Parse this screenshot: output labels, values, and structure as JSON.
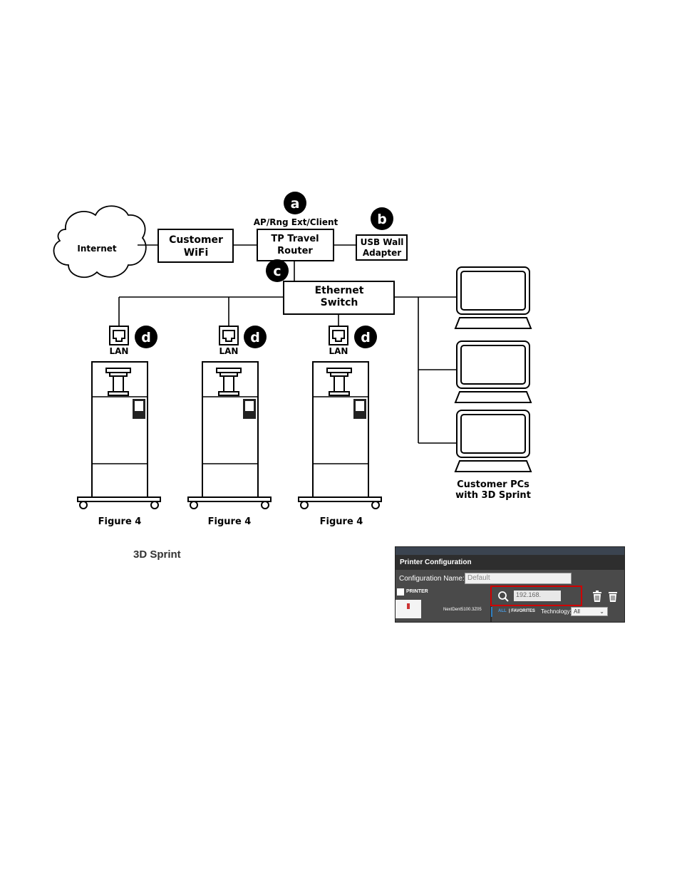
{
  "diagram": {
    "internet": "Internet",
    "customer_wifi": [
      "Customer",
      "WiFi"
    ],
    "router_caption": "AP/Rng Ext/Client",
    "router": [
      "TP Travel",
      "Router"
    ],
    "usb_adapter": [
      "USB Wall",
      "Adapter"
    ],
    "switch": [
      "Ethernet",
      "Switch"
    ],
    "badges": {
      "a": "a",
      "b": "b",
      "c": "c",
      "d": "d"
    },
    "lan_label": "LAN",
    "printer_caption": "Figure 4",
    "pcs_caption": [
      "Customer PCs",
      "with 3D Sprint"
    ]
  },
  "section_heading": "3D Sprint",
  "printer_config": {
    "title": "Printer Configuration",
    "config_name_label": "Configuration Name:",
    "config_name_value": "Default",
    "printer_section": "PRINTER",
    "printer_name": "NextDent5100.3Z05",
    "ip_value": "192.168.",
    "tab_all": "ALL",
    "tab_favorites": "| FAVORITES",
    "technology_label": "Technology:",
    "technology_value": "All",
    "colors": {
      "highlight": "#d00000",
      "accent": "#2f7fc0"
    }
  }
}
